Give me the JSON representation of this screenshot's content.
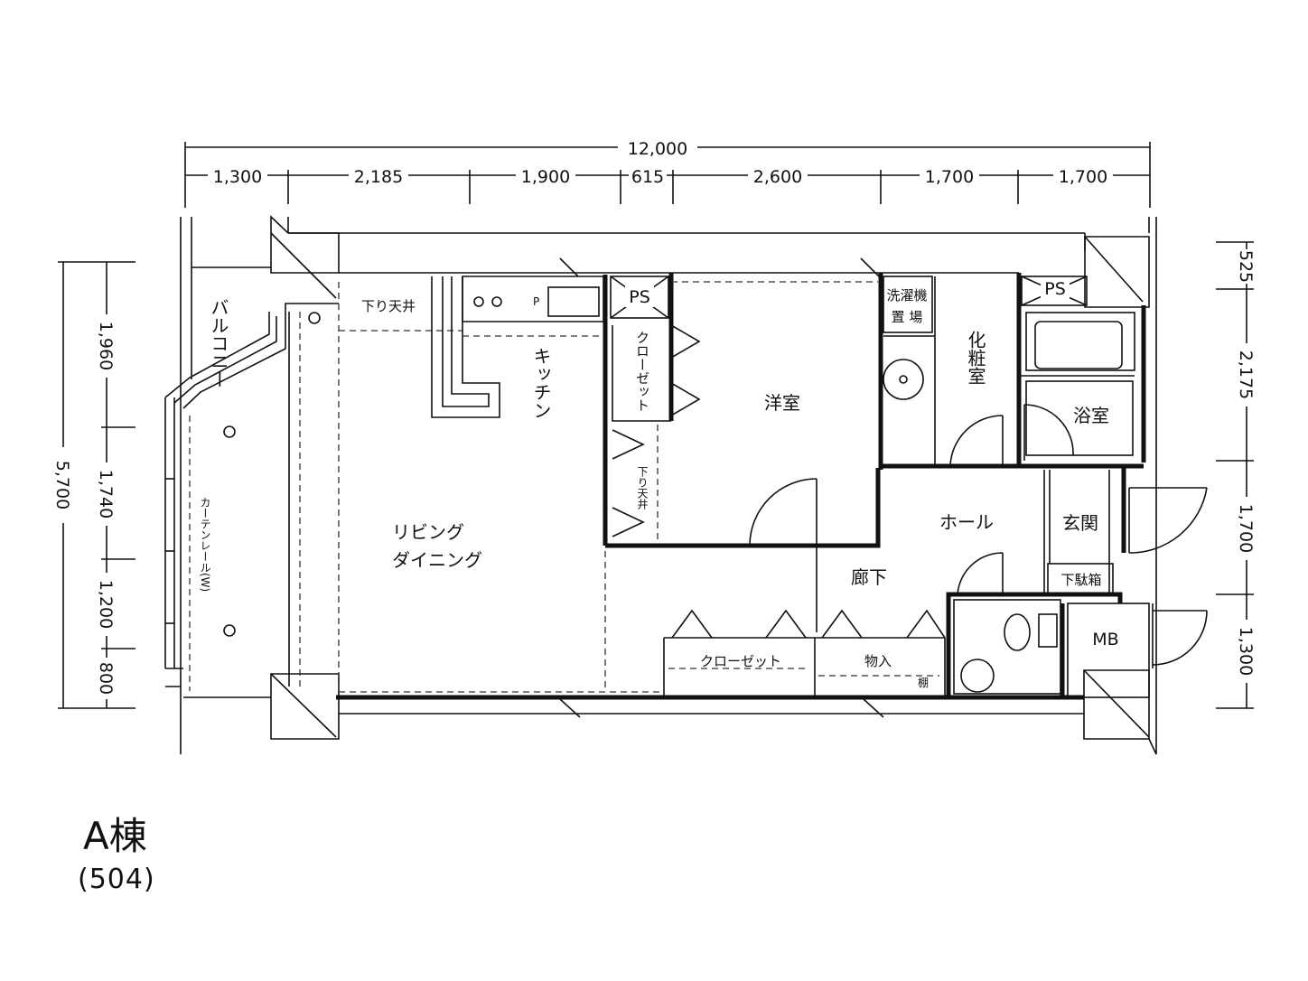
{
  "dimensions": {
    "top_total": "12,000",
    "top_segments": [
      "1,300",
      "2,185",
      "1,900",
      "615",
      "2,600",
      "1,700",
      "1,700"
    ],
    "left_total": "5,700",
    "left_segments": [
      "1,960",
      "1,740",
      "1,200",
      "800"
    ],
    "right_segments": [
      "525",
      "2,175",
      "1,700",
      "1,300"
    ]
  },
  "rooms": {
    "balcony": "バルコニー",
    "curtain_rail": "カーテンレール(W)",
    "lowered_ceiling_1": "下り天井",
    "lowered_ceiling_2": "下り天井",
    "kitchen": "キッチン",
    "ps_1": "PS",
    "ps_2": "PS",
    "closet_1": "クローゼット",
    "western_room": "洋室",
    "washer_line1": "洗濯機",
    "washer_line2": "置 場",
    "vanity": "化粧室",
    "bath": "浴室",
    "living_line1": "リビング",
    "living_line2": "ダイニング",
    "hall": "ホール",
    "entrance": "玄関",
    "shoe_box": "下駄箱",
    "corridor": "廊下",
    "closet_2": "クローゼット",
    "storage": "物入",
    "shelf": "棚",
    "mb": "MB",
    "kitchen_p": "P"
  },
  "building": "A棟",
  "unit": "(504)"
}
